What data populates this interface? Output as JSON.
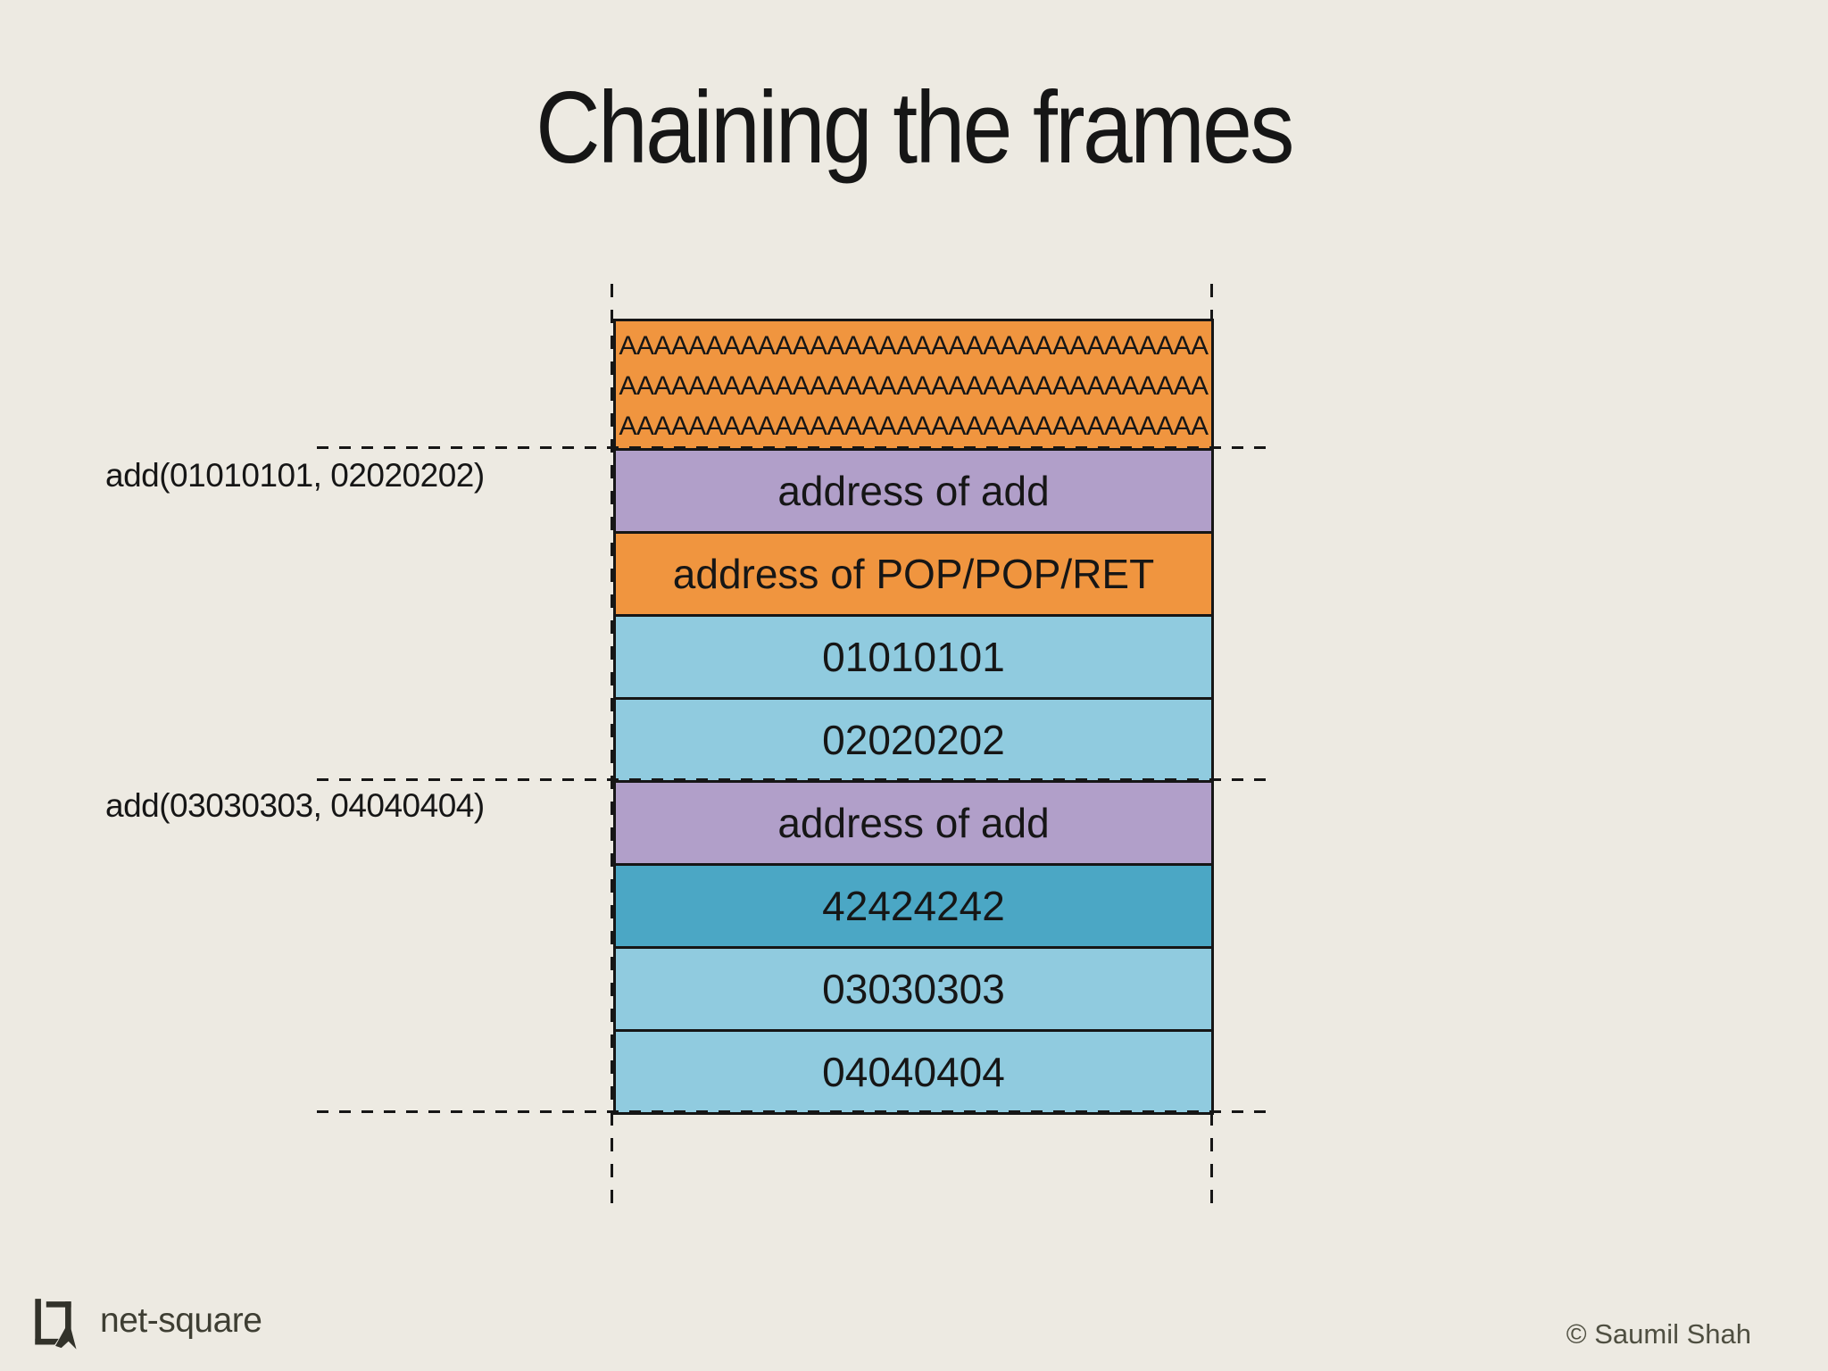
{
  "slide": {
    "title": "Chaining the frames",
    "background_color": "#EDEAE2",
    "ink_color": "#161616"
  },
  "diagram": {
    "buffer_fill_lines": [
      "AAAAAAAAAAAAAAAAAAAAAAAAAAAAAAAAAA",
      "AAAAAAAAAAAAAAAAAAAAAAAAAAAAAAAAAA",
      "AAAAAAAAAAAAAAAAAAAAAAAAAAAAAAAAAA"
    ],
    "stack_rows": [
      {
        "label": "address of add",
        "type": "purple"
      },
      {
        "label": "address of POP/POP/RET",
        "type": "orange"
      },
      {
        "label": "01010101",
        "type": "blue"
      },
      {
        "label": "02020202",
        "type": "blue"
      },
      {
        "label": "address of add",
        "type": "purple"
      },
      {
        "label": "42424242",
        "type": "teal"
      },
      {
        "label": "03030303",
        "type": "blue"
      },
      {
        "label": "04040404",
        "type": "blue"
      }
    ],
    "frame_labels": [
      {
        "text": "add(01010101, 02020202)"
      },
      {
        "text": "add(03030303, 04040404)"
      }
    ],
    "colors": {
      "orange": "#F0953F",
      "purple": "#B19FC9",
      "blue": "#90CBDF",
      "teal": "#4BA7C5"
    }
  },
  "footer": {
    "brand": "net-square",
    "copyright": "© Saumil Shah",
    "logo_icon": "net-square-logo"
  }
}
